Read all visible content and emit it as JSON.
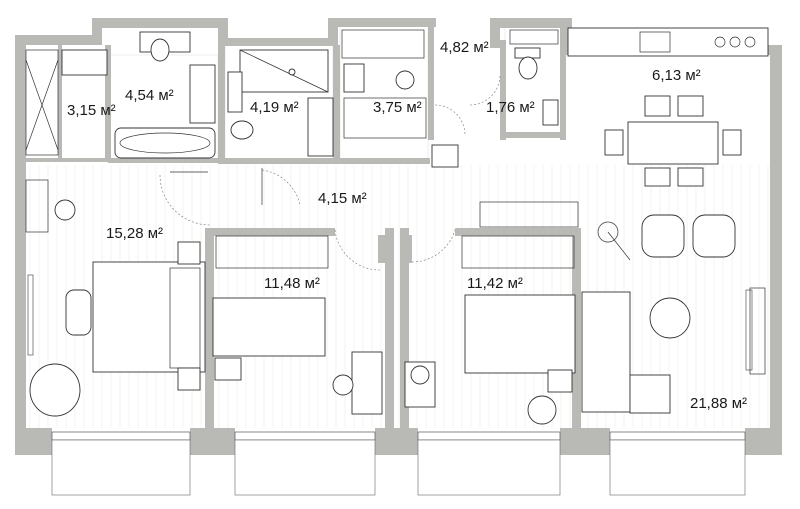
{
  "rooms": [
    {
      "id": "wardrobe",
      "label": "3,15 м²"
    },
    {
      "id": "bathroom-1",
      "label": "4,54 м²"
    },
    {
      "id": "bathroom-2",
      "label": "4,19 м²"
    },
    {
      "id": "laundry",
      "label": "3,75 м²"
    },
    {
      "id": "entrance-hall",
      "label": "4,82 м²"
    },
    {
      "id": "wc",
      "label": "1,76 м²"
    },
    {
      "id": "kitchen",
      "label": "6,13 м²"
    },
    {
      "id": "corridor",
      "label": "4,15 м²"
    },
    {
      "id": "master-bedroom",
      "label": "15,28 м²"
    },
    {
      "id": "bedroom-2",
      "label": "11,48 м²"
    },
    {
      "id": "bedroom-3",
      "label": "11,42 м²"
    },
    {
      "id": "living-room",
      "label": "21,88 м²"
    }
  ],
  "colors": {
    "wall": "#b9bab6",
    "floor": "#ffffff",
    "text": "#1a1a1a"
  }
}
